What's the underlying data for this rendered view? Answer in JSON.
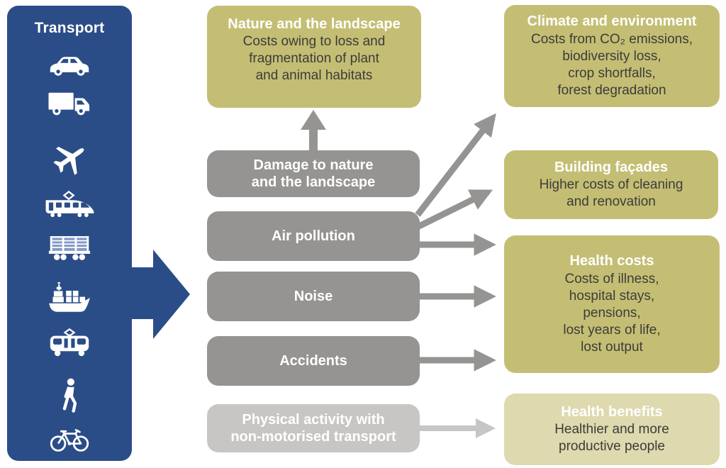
{
  "sidebar": {
    "title": "Transport",
    "modes": [
      "car",
      "truck",
      "airplane",
      "high-speed-train",
      "freight-wagon",
      "cargo-ship",
      "tram",
      "pedestrian",
      "bicycle"
    ]
  },
  "sources": [
    {
      "id": "damage",
      "label": "Damage to nature\nand the landscape"
    },
    {
      "id": "air",
      "label": "Air pollution"
    },
    {
      "id": "noise",
      "label": "Noise"
    },
    {
      "id": "accidents",
      "label": "Accidents"
    },
    {
      "id": "physical",
      "label": "Physical activity with\nnon-motorised transport"
    }
  ],
  "impacts": [
    {
      "id": "nature",
      "title": "Nature and the landscape",
      "body": "Costs owing to loss and\nfragmentation of plant\nand animal habitats"
    },
    {
      "id": "climate",
      "title": "Climate and environment",
      "body": "Costs from CO₂ emissions,\nbiodiversity loss,\ncrop shortfalls,\nforest degradation"
    },
    {
      "id": "facades",
      "title": "Building façades",
      "body": "Higher costs of cleaning\nand renovation"
    },
    {
      "id": "health-costs",
      "title": "Health costs",
      "body": "Costs of illness,\nhospital stays,\npensions,\nlost years of life,\nlost output"
    },
    {
      "id": "health-benefits",
      "title": "Health benefits",
      "body": "Healthier and more\nproductive people"
    }
  ],
  "colors": {
    "transport_blue": "#2b4d87",
    "icon_light_blue": "#8299c5",
    "source_gray": "#959492",
    "source_light_gray": "#c7c6c4",
    "impact_olive": "#c4be74",
    "impact_light_olive": "#ded9ae",
    "body_text": "#3c3c3a",
    "title_white": "#ffffff"
  }
}
